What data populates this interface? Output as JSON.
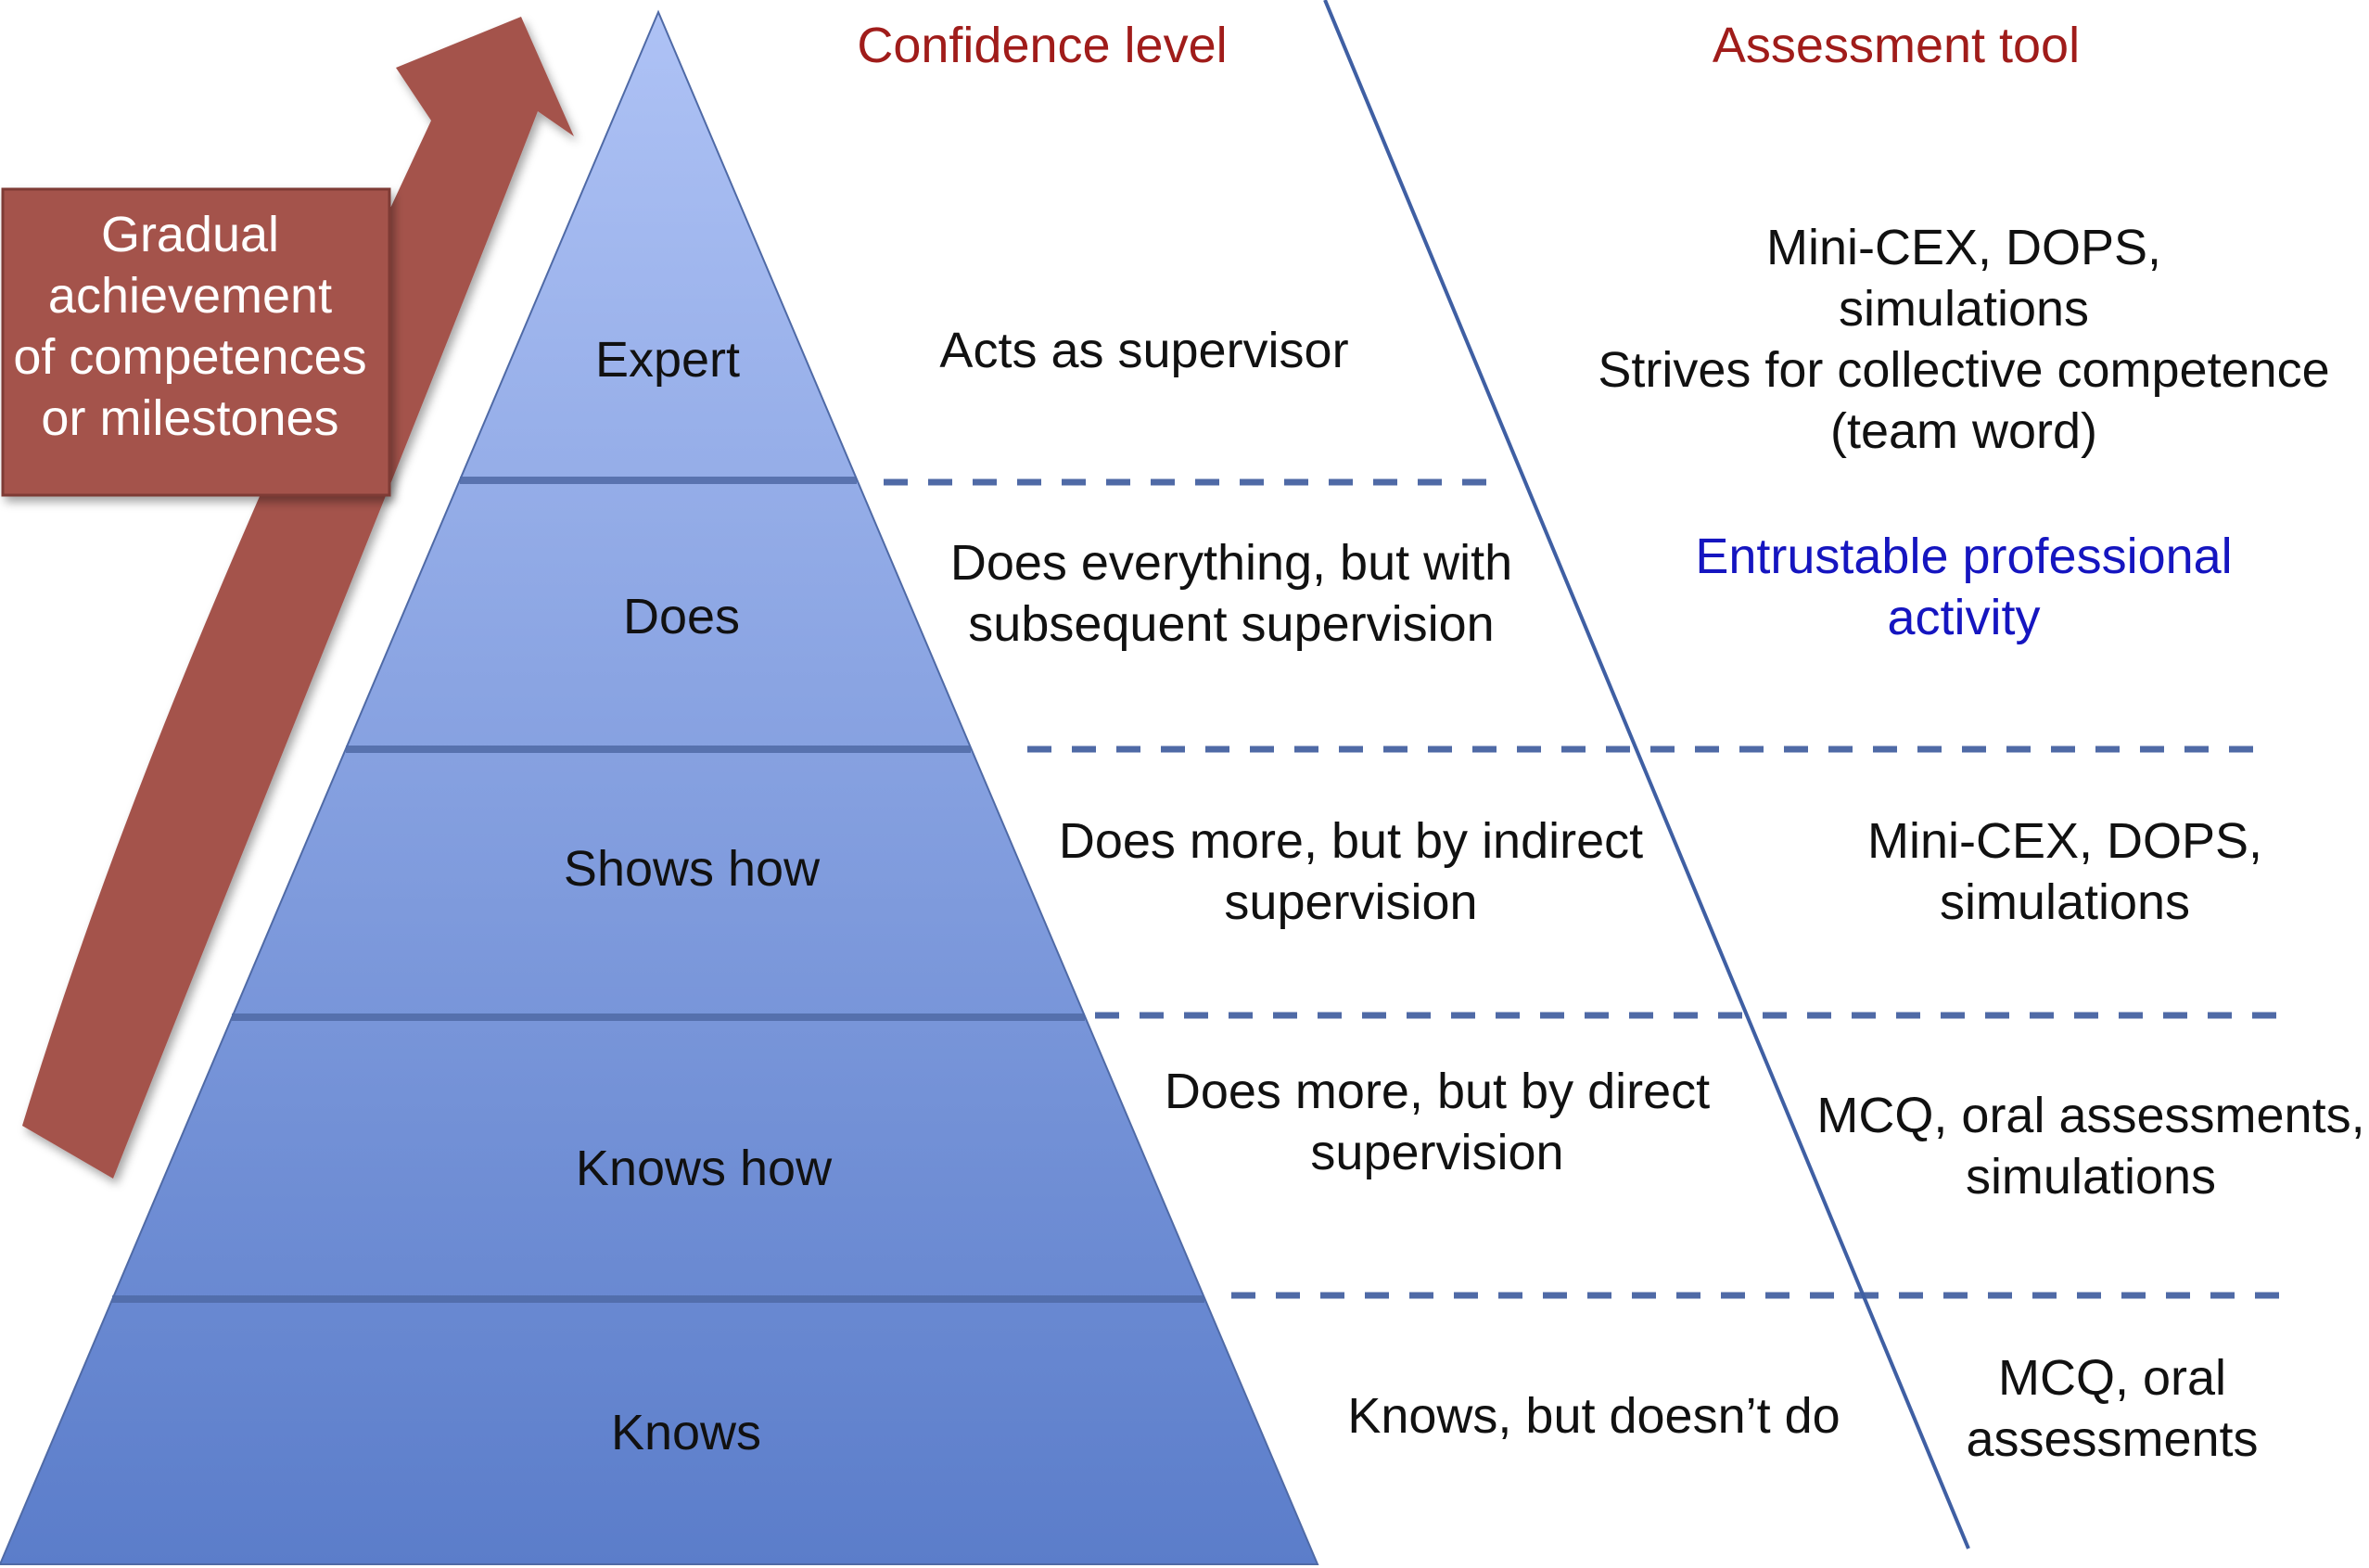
{
  "headers": {
    "confidence": "Confidence level",
    "assessment": "Assessment tool"
  },
  "arrow_box": {
    "lines": [
      "Gradual",
      "achievement",
      "of competences",
      "or milestones"
    ],
    "color": "#a4524c"
  },
  "pyramid": {
    "levels": [
      {
        "label": "Expert"
      },
      {
        "label": "Does"
      },
      {
        "label": "Shows how"
      },
      {
        "label": "Knows how"
      },
      {
        "label": "Knows"
      }
    ],
    "colors": {
      "top": "#a8bdf3",
      "bottom": "#5d7fcb",
      "divider": "#4f6aa6"
    }
  },
  "confidence_levels": [
    {
      "lines": [
        "Acts as supervisor"
      ]
    },
    {
      "lines": [
        "Does everything, but with",
        "subsequent supervision"
      ]
    },
    {
      "lines": [
        "Does more, but by indirect",
        "supervision"
      ]
    },
    {
      "lines": [
        "Does more, but by direct",
        "supervision"
      ]
    },
    {
      "lines": [
        "Knows, but doesn’t do"
      ]
    }
  ],
  "assessment_tools": [
    {
      "lines": [
        "Mini-CEX, DOPS,",
        "simulations",
        "Strives for collective competence",
        "(team word)"
      ]
    },
    {
      "lines": [
        "Entrustable professional",
        "activity"
      ],
      "color": "#1515c0"
    },
    {
      "lines": [
        "Mini-CEX, DOPS,",
        "simulations"
      ]
    },
    {
      "lines": [
        "MCQ, oral assessments,",
        "simulations"
      ]
    },
    {
      "lines": [
        "MCQ, oral",
        "assessments"
      ]
    }
  ],
  "line_color": "#3f5fa3"
}
